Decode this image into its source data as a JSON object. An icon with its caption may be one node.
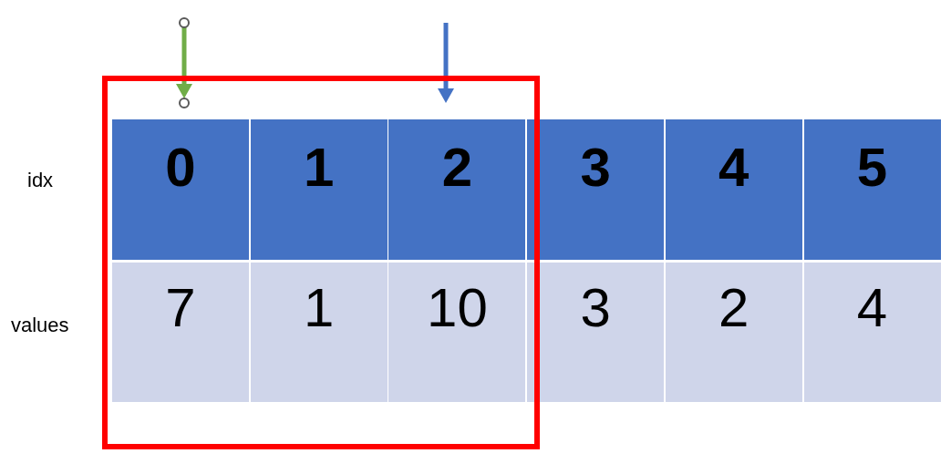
{
  "diagram": {
    "labels": [
      "idx",
      "0",
      "1",
      "2",
      "3",
      "4",
      "5",
      "values",
      "7",
      "1",
      "10",
      "3",
      "2",
      "4"
    ]
  }
}
